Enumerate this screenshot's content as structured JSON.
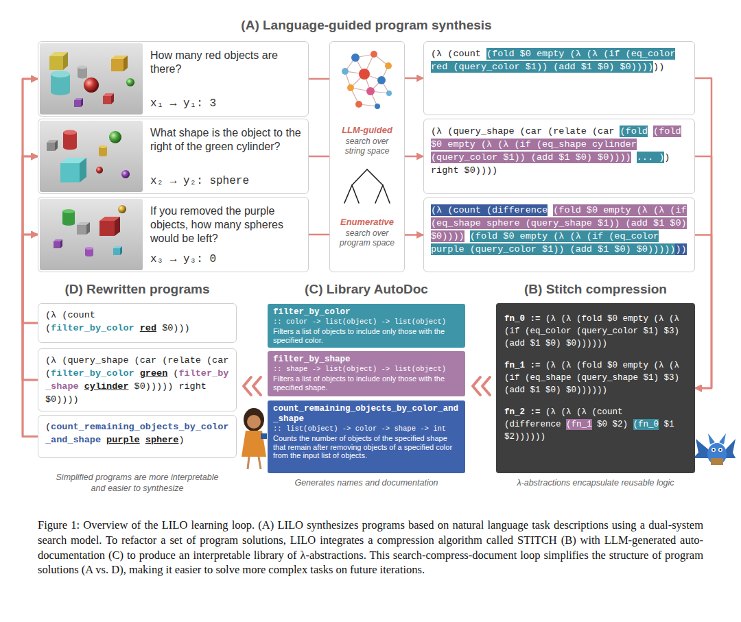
{
  "diagram": {
    "title": "(A) Language-guided program synthesis",
    "caption": "Figure 1: Overview of the LILO learning loop. (A) LILO synthesizes programs based on natural language task descriptions using a dual-system search model. To refactor a set of program solutions, LILO integrates a compression algorithm called STITCH (B) with LLM-generated auto-documentation (C) to produce an interpretable library of λ-abstractions. This search-compress-document loop simplifies the structure of program solutions (A vs. D), making it easier to solve more complex tasks on future iterations.",
    "nodes": [
      {
        "text": [
          "How many red objects are there?",
          "x₁ → y₁: 3"
        ]
      },
      {
        "text": [
          "What shape is the object to the right of the green cylinder?",
          "x₂ → y₂: sphere"
        ]
      },
      {
        "text": [
          "If you removed the purple objects, how many spheres would be left?",
          "x₃ → y₃: 0"
        ]
      },
      {
        "text": [
          "LLM-guided",
          "search over string space",
          "Enumerative",
          "search over program space"
        ]
      },
      {
        "text": [
          "(λ (count",
          "(fold $0 empty (λ (λ (if (eq_color red (query_color $1)) (add $1 $0) $0))))",
          "))"
        ]
      },
      {
        "text": [
          "(λ (query_shape (car (relate (car",
          "(fold",
          "(fold $0 empty (λ (λ (if (eq_shape cylinder (query_color $1)) (add $1 $0) $0))))",
          "... )",
          ") right $0))))"
        ]
      },
      {
        "text": [
          "(λ (count (difference",
          "(fold $0 empty (λ (λ (if (eq_shape sphere (query_shape $1)) (add $1 $0) $0))))",
          "(fold $0 empty (λ (λ (if (eq_color purple (query_color $1)) (add $1 $0) $0)))))",
          "))"
        ]
      },
      {
        "text": [
          "(B) Stitch compression",
          "fn_0 :=",
          "(λ (λ (fold $0 empty (λ (λ (if (eq_color (query_color $1) $3) (add $1 $0) $0))))))",
          "fn_1 :=",
          "(λ (λ (fold $0 empty (λ (λ (if (eq_shape (query_shape $1) $3) (add $1 $0) $0))))))",
          "fn_2 :=",
          "(λ (λ (λ (count (difference",
          "(fn_1",
          "$0 $2)",
          "(fn_0",
          "$1 $2))))))"
        ]
      },
      {
        "text": [
          "filter_by_color",
          ":: color -> list(object) -> list(object)",
          "Filters a list of objects to include only those with the specified color."
        ]
      },
      {
        "text": [
          "filter_by_shape",
          ":: shape -> list(object) -> list(object)",
          "Filters a list of objects to include only those with the specified shape."
        ]
      },
      {
        "text": [
          "count_remaining_objects_by_color_and_shape",
          ":: list(object) -> color -> shape -> int",
          "Counts the number of objects of the specified shape that remain after removing objects of a specified color from the input list of objects."
        ]
      },
      {
        "text": [
          "(λ (count (",
          "filter_by_color",
          "red",
          "$0)))"
        ]
      },
      {
        "text": [
          "(λ (query_shape (car (relate (car (",
          "filter_by_color",
          "green",
          "(",
          "filter_by_shape",
          "cylinder",
          "$0))))) right $0))))"
        ]
      },
      {
        "text": [
          "(",
          "count_remaining_objects_by_color_and_shape",
          "purple",
          "sphere",
          ")"
        ]
      }
    ],
    "edges": [
      {
        "from": 0,
        "to": 3,
        "arrow": "none"
      },
      {
        "from": 1,
        "to": 3,
        "arrow": "none"
      },
      {
        "from": 2,
        "to": 3,
        "arrow": "none"
      },
      {
        "from": 3,
        "to": 4,
        "arrow": "to"
      },
      {
        "from": 3,
        "to": 5,
        "arrow": "to"
      },
      {
        "from": 3,
        "to": 6,
        "arrow": "to"
      },
      {
        "from": 4,
        "to": 7,
        "arrow": "to"
      },
      {
        "from": 5,
        "to": 7,
        "arrow": "to"
      },
      {
        "from": 6,
        "to": 7,
        "arrow": "to"
      },
      {
        "from": 11,
        "to": 0,
        "arrow": "to"
      },
      {
        "from": 11,
        "to": 1,
        "arrow": "to"
      },
      {
        "from": 11,
        "to": 2,
        "arrow": "to"
      },
      {
        "from": 12,
        "to": 0,
        "arrow": "to"
      },
      {
        "from": 12,
        "to": 1,
        "arrow": "to"
      },
      {
        "from": 12,
        "to": 2,
        "arrow": "to"
      },
      {
        "from": 13,
        "to": 0,
        "arrow": "to"
      },
      {
        "from": 13,
        "to": 1,
        "arrow": "to"
      },
      {
        "from": 13,
        "to": 2,
        "arrow": "to"
      }
    ],
    "labels": [
      "(C) Library AutoDoc",
      "(D) Rewritten programs",
      "λ-abstractions encapsulate reusable logic",
      "Generates names and documentation",
      "Simplified programs are more interpretable and easier to synthesize"
    ]
  }
}
